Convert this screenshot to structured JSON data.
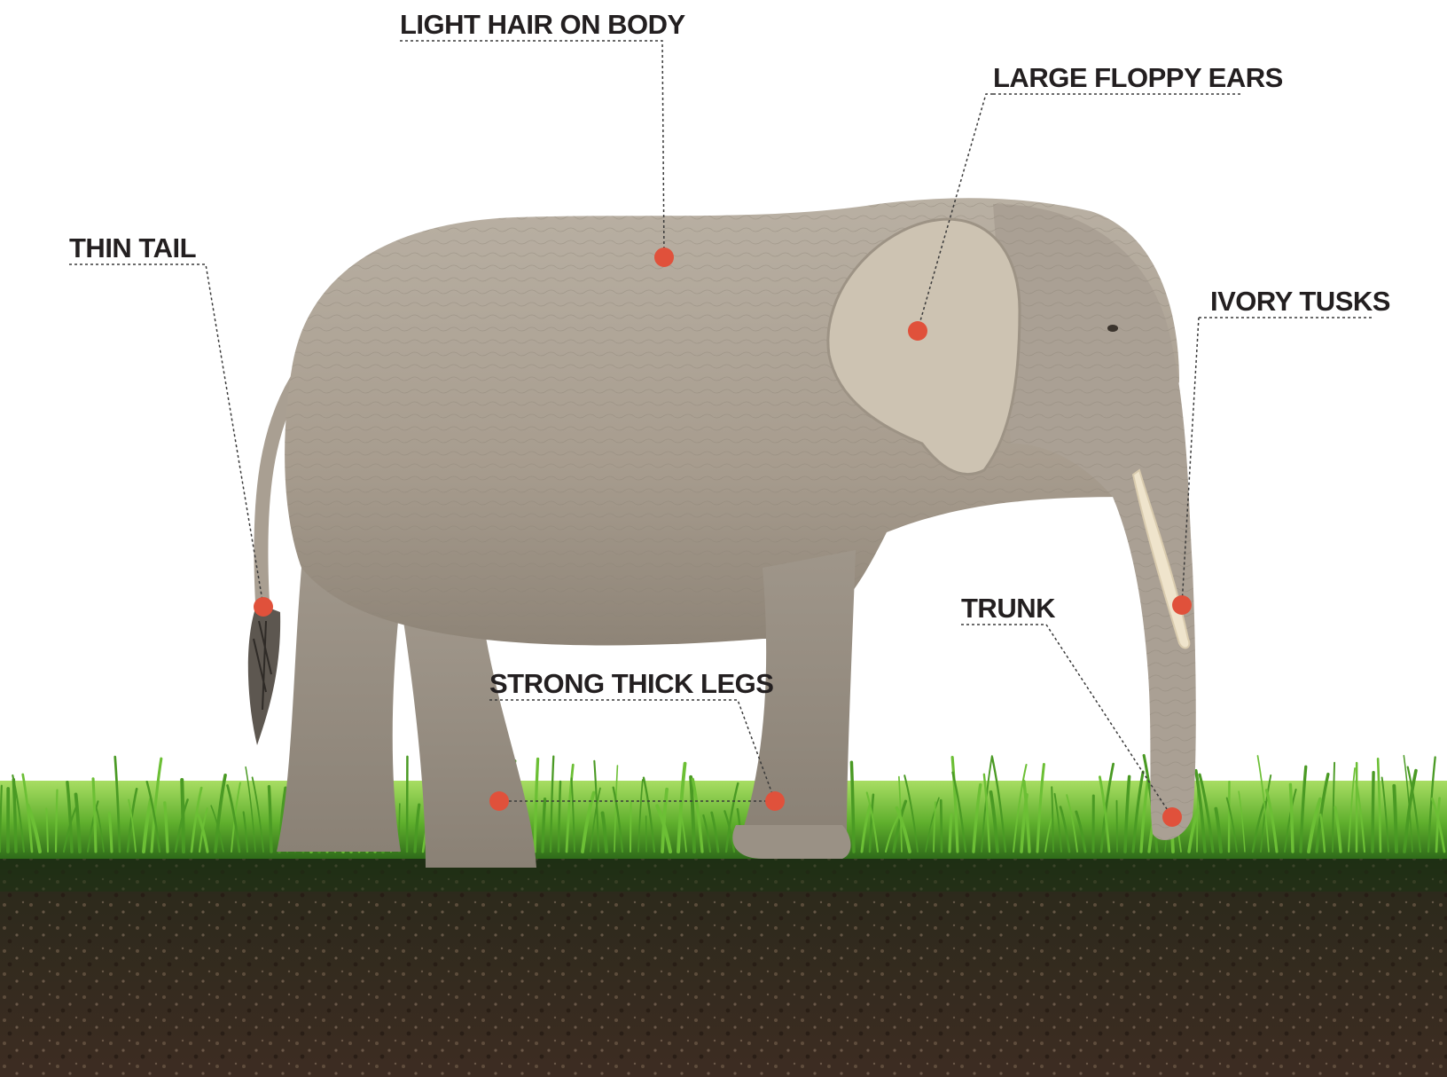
{
  "labels": {
    "light_hair": "LIGHT HAIR ON BODY",
    "ears": "LARGE FLOPPY EARS",
    "tail": "THIN TAIL",
    "tusks": "IVORY TUSKS",
    "trunk": "TRUNK",
    "legs": "STRONG THICK LEGS"
  },
  "colors": {
    "marker": "#e0513b",
    "label_text": "#231f20",
    "leader_line": "#3a3a3a",
    "elephant_skin": "#a89e91",
    "ear": "#c9bfae",
    "tusk": "#efe4cc",
    "grass": "#6fbf3a",
    "soil": "#3b2c22"
  }
}
